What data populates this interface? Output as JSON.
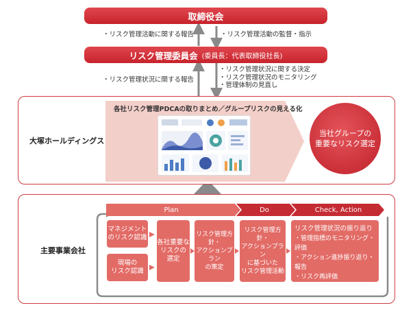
{
  "board": {
    "title": "取締役会"
  },
  "arrow1": {
    "up_note": "・リスク管理活動に関する報告",
    "down_note": "・リスク管理活動の監督・指示"
  },
  "committee": {
    "title": "リスク管理委員会",
    "chair": "(委員長：代表取締役社長)"
  },
  "arrow2": {
    "up_note": "・リスク管理状況に関する報告",
    "down_notes": [
      "・リスク管理状況に関する決定",
      "・リスク管理状況のモニタリング",
      "・管理体制の見直し"
    ]
  },
  "holdings": {
    "label": "大塚ホールディングス",
    "banner_title": "各社リスク管理PDCAの取りまとめ／グループリスクの見える化",
    "goal": [
      "当社グループの",
      "重要なリスク選定"
    ]
  },
  "companies": {
    "label": "主要事業会社",
    "phases": {
      "plan": "Plan",
      "do": "Do",
      "check": "Check, Action"
    },
    "recognition": {
      "management": [
        "マネジメント",
        "のリスク認識"
      ],
      "field": [
        "現場の",
        "リスク認識"
      ]
    },
    "select": [
      "各社重要な",
      "リスクの",
      "選定"
    ],
    "policy": [
      "リスク管理方針・",
      "アクションプラン",
      "の策定"
    ],
    "execute": [
      "リスク管理方針・",
      "アクションプラン",
      "に基づいた",
      "リスク管理活動"
    ],
    "review": {
      "title": "リスク管理状況の振り返り",
      "items": [
        "・管理指標のモニタリング・評価",
        "・アクション進捗振り返り・報告",
        "・リスク再評価"
      ]
    }
  },
  "colors": {
    "red": "#d0363d",
    "pink": "#f3cfc9",
    "step": "#e26b66",
    "gray": "#8a8a8a"
  }
}
